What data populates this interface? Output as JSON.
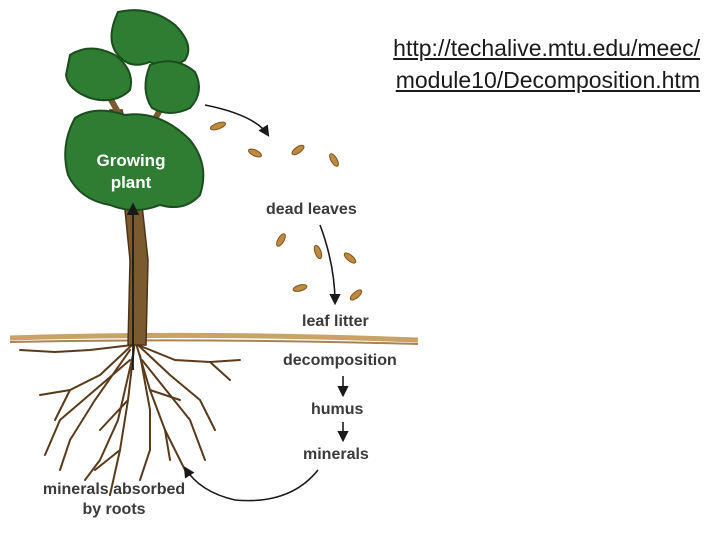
{
  "source_link": {
    "line1": "http://techalive.mtu.edu/meec/",
    "line2": "module10/Decomposition.htm"
  },
  "labels": {
    "growing_plant_1": "Growing",
    "growing_plant_2": "plant",
    "dead_leaves": "dead leaves",
    "leaf_litter": "leaf litter",
    "decomposition": "decomposition",
    "humus": "humus",
    "minerals": "minerals",
    "minerals_absorbed_1": "minerals absorbed",
    "minerals_absorbed_2": "by roots"
  },
  "colors": {
    "foliage": "#2e7d32",
    "trunk": "#7a5a2e",
    "roots": "#5a3a1a",
    "leaf_litter": "#c8a266",
    "text": "#3a3a3a"
  }
}
